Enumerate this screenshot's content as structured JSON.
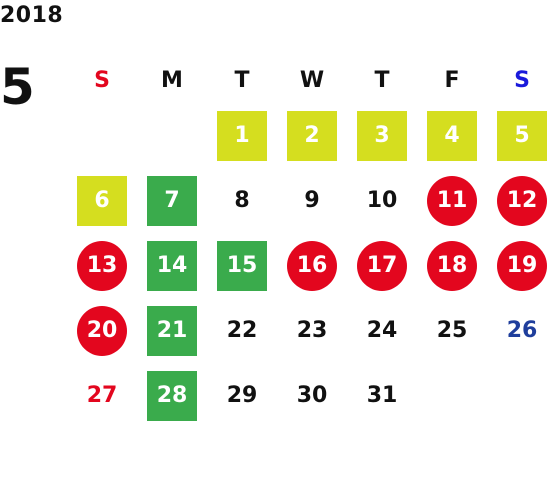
{
  "year": "2018",
  "month": "5",
  "colors": {
    "sunday": "#e3061e",
    "saturday": "#1f3e9c",
    "yellow": "#d5de1f",
    "green": "#3aab4c",
    "red": "#e3061e",
    "saturday_header": "#1a1adb"
  },
  "weekdays": [
    {
      "label": "S",
      "color": "#e3061e"
    },
    {
      "label": "M",
      "color": "#111111"
    },
    {
      "label": "T",
      "color": "#111111"
    },
    {
      "label": "W",
      "color": "#111111"
    },
    {
      "label": "T",
      "color": "#111111"
    },
    {
      "label": "F",
      "color": "#111111"
    },
    {
      "label": "S",
      "color": "#1a1adb"
    }
  ],
  "weeks": [
    [
      null,
      null,
      {
        "d": "1",
        "s": "yellow"
      },
      {
        "d": "2",
        "s": "yellow"
      },
      {
        "d": "3",
        "s": "yellow"
      },
      {
        "d": "4",
        "s": "yellow"
      },
      {
        "d": "5",
        "s": "yellow"
      }
    ],
    [
      {
        "d": "6",
        "s": "yellow"
      },
      {
        "d": "7",
        "s": "green"
      },
      {
        "d": "8",
        "s": "plain"
      },
      {
        "d": "9",
        "s": "plain"
      },
      {
        "d": "10",
        "s": "plain"
      },
      {
        "d": "11",
        "s": "red"
      },
      {
        "d": "12",
        "s": "red"
      }
    ],
    [
      {
        "d": "13",
        "s": "red"
      },
      {
        "d": "14",
        "s": "green"
      },
      {
        "d": "15",
        "s": "green"
      },
      {
        "d": "16",
        "s": "red"
      },
      {
        "d": "17",
        "s": "red"
      },
      {
        "d": "18",
        "s": "red"
      },
      {
        "d": "19",
        "s": "red"
      }
    ],
    [
      {
        "d": "20",
        "s": "red"
      },
      {
        "d": "21",
        "s": "green"
      },
      {
        "d": "22",
        "s": "plain"
      },
      {
        "d": "23",
        "s": "plain"
      },
      {
        "d": "24",
        "s": "plain"
      },
      {
        "d": "25",
        "s": "plain"
      },
      {
        "d": "26",
        "s": "sat"
      }
    ],
    [
      {
        "d": "27",
        "s": "sun"
      },
      {
        "d": "28",
        "s": "green"
      },
      {
        "d": "29",
        "s": "plain"
      },
      {
        "d": "30",
        "s": "plain"
      },
      {
        "d": "31",
        "s": "plain"
      },
      null,
      null
    ]
  ]
}
